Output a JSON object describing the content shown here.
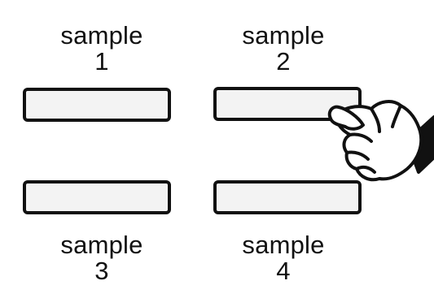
{
  "samples": [
    {
      "word": "sample",
      "number": "1"
    },
    {
      "word": "sample",
      "number": "2"
    },
    {
      "word": "sample",
      "number": "3"
    },
    {
      "word": "sample",
      "number": "4"
    }
  ],
  "colors": {
    "ink": "#111111",
    "button_fill": "#f3f3f3",
    "background": "#ffffff"
  },
  "icons": {
    "pointer": "pointing-hand-icon"
  }
}
